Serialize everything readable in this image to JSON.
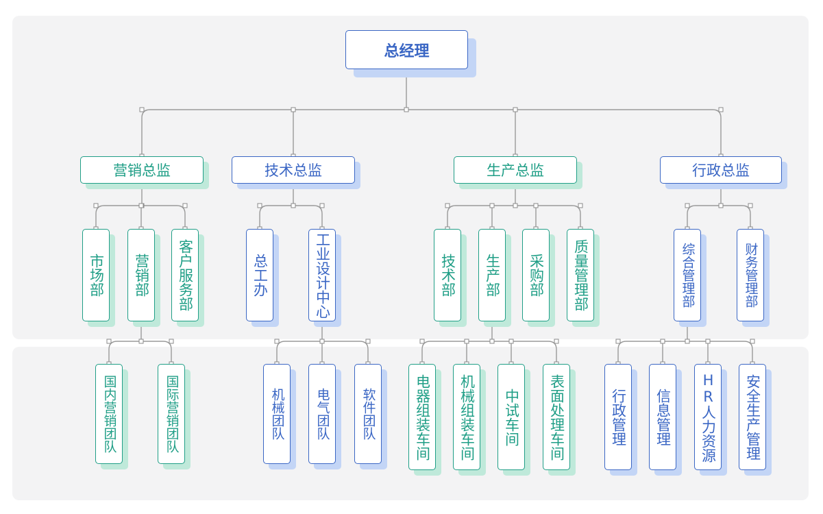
{
  "root": {
    "label": "总经理"
  },
  "directors": [
    {
      "label": "营销总监",
      "departments": [
        {
          "label": "市场部"
        },
        {
          "label": "营销部",
          "teams": [
            "国内营销团队",
            "国际营销团队"
          ]
        },
        {
          "label": "客户服务部"
        }
      ]
    },
    {
      "label": "技术总监",
      "departments": [
        {
          "label": "总工办"
        },
        {
          "label": "工业设计中心",
          "teams": [
            "机械团队",
            "电气团队",
            "软件团队"
          ]
        }
      ]
    },
    {
      "label": "生产总监",
      "departments": [
        {
          "label": "技术部"
        },
        {
          "label": "生产部",
          "teams": [
            "电器组装车间",
            "机械组装车间",
            "中试车间",
            "表面处理车间"
          ]
        },
        {
          "label": "采购部"
        },
        {
          "label": "质量管理部"
        }
      ]
    },
    {
      "label": "行政总监",
      "departments": [
        {
          "label": "综合管理部",
          "teams": [
            "行政管理",
            "信息管理",
            "HR人力资源",
            "安全生产管理"
          ]
        },
        {
          "label": "财务管理部"
        }
      ]
    }
  ],
  "colors": {
    "blue": "#3a66c4",
    "teal": "#1f9e86",
    "band": "#f3f3f4",
    "connector": "#9a9a9a"
  }
}
